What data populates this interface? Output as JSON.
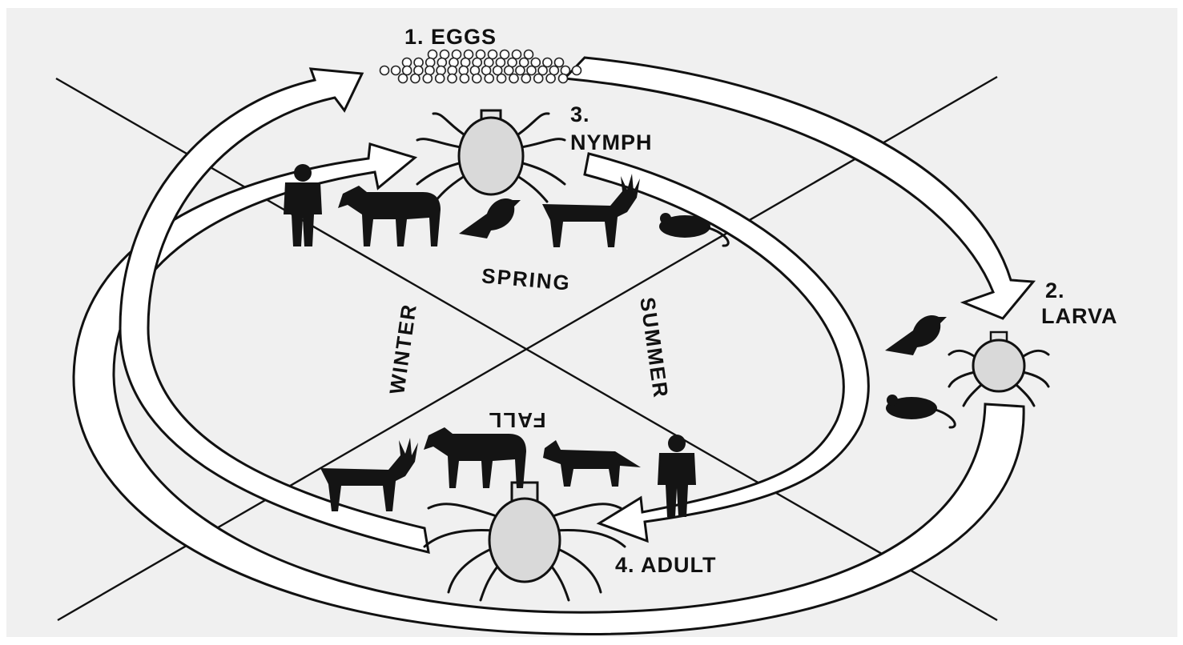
{
  "stages": {
    "eggs": "1. EGGS",
    "larva_num": "2.",
    "larva_name": "LARVA",
    "nymph_num": "3.",
    "nymph_name": "NYMPH",
    "adult": "4. ADULT"
  },
  "seasons": {
    "spring": "SPRING",
    "summer": "SUMMER",
    "fall": "FALL",
    "winter": "WINTER"
  },
  "icons": {
    "eggs": "egg-cluster-icon",
    "larva": "larva-tick-icon",
    "nymph": "nymph-tick-icon",
    "adult": "adult-tick-icon",
    "hosts": [
      "human-icon",
      "horse-icon",
      "bird-icon",
      "deer-icon",
      "mouse-icon",
      "dog-icon"
    ]
  },
  "colors": {
    "ink": "#111111",
    "paper": "#f0f0f0"
  }
}
